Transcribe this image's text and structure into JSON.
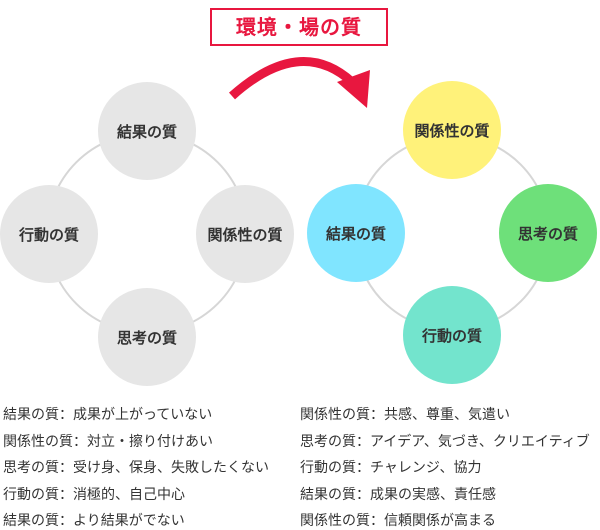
{
  "title": "環境・場の質",
  "left_cycle": {
    "top": "結果の質",
    "right": "関係性の質",
    "bottom": "思考の質",
    "left": "行動の質"
  },
  "right_cycle": {
    "top": "関係性の質",
    "right": "思考の質",
    "bottom": "行動の質",
    "left": "結果の質"
  },
  "colors": {
    "accent": "#e8173f",
    "grey": "#e6e6e6",
    "yellow": "#fff27a",
    "cyan": "#80e5ff",
    "green": "#6ee07a",
    "teal": "#73e4cd"
  },
  "left_list": [
    "結果の質：成果が上がっていない",
    "関係性の質：対立・擦り付けあい",
    "思考の質：受け身、保身、失敗したくない",
    "行動の質：消極的、自己中心",
    "結果の質：より結果がでない"
  ],
  "right_list": [
    "関係性の質：共感、尊重、気遣い",
    "思考の質：アイデア、気づき、クリエイティブ",
    "行動の質：チャレンジ、協力",
    "結果の質：成果の実感、責任感",
    "関係性の質：信頼関係が高まる"
  ]
}
